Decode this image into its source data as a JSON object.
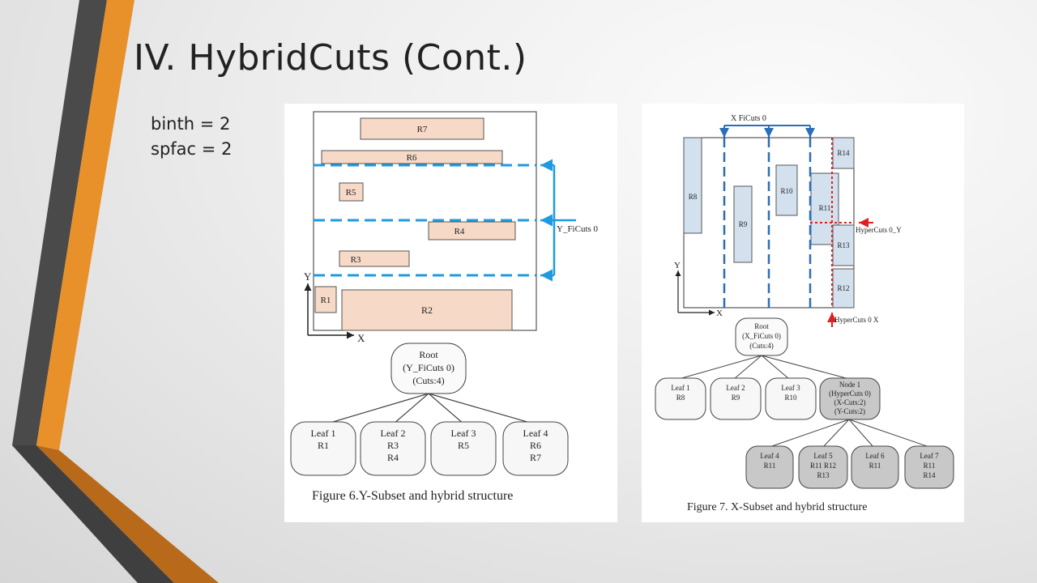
{
  "slide": {
    "title": "IV. HybridCuts (Cont.)",
    "params": [
      "binth = 2",
      "spfac = 2"
    ],
    "accent_colors": {
      "orange": "#E8912A",
      "dark_gray": "#4A4A4A",
      "brown": "#B86A1A"
    }
  },
  "figure6": {
    "caption": "Figure 6.Y-Subset and hybrid structure",
    "axis_x": "X",
    "axis_y": "Y",
    "cut_label": "Y_FiCuts 0",
    "rules": [
      "R7",
      "R6",
      "R5",
      "R4",
      "R3",
      "R1",
      "R2"
    ],
    "root": [
      "Root",
      "(Y_FiCuts 0)",
      "(Cuts:4)"
    ],
    "leaves": [
      [
        "Leaf 1",
        "R1"
      ],
      [
        "Leaf 2",
        "R3",
        "R4"
      ],
      [
        "Leaf 3",
        "R5"
      ],
      [
        "Leaf 4",
        "R6",
        "R7"
      ]
    ],
    "colors": {
      "rule_fill": "#F7D9C7",
      "cut_line": "#1E9BE0"
    }
  },
  "figure7": {
    "caption": "Figure 7. X-Subset and hybrid structure",
    "axis_x": "X",
    "axis_y": "Y",
    "top_label": "X FiCuts 0",
    "hyper_y_label": "HyperCuts 0_Y",
    "hyper_x_label": "HyperCuts 0  X",
    "rules": [
      "R8",
      "R9",
      "R10",
      "R11",
      "R14",
      "R13",
      "R12"
    ],
    "root": [
      "Root",
      "(X_FiCuts 0)",
      "(Cuts:4)"
    ],
    "leaves": [
      [
        "Leaf 1",
        "R8"
      ],
      [
        "Leaf 2",
        "R9"
      ],
      [
        "Leaf 3",
        "R10"
      ]
    ],
    "node": [
      "Node 1",
      "(HyperCuts 0)",
      "(X-Cuts:2)",
      "(Y-Cuts:2)"
    ],
    "subleaves": [
      [
        "Leaf 4",
        "R11"
      ],
      [
        "Leaf 5",
        "R11 R12",
        "R13"
      ],
      [
        "Leaf 6",
        "R11"
      ],
      [
        "Leaf 7",
        "R11",
        "R14"
      ]
    ],
    "colors": {
      "rule_fill": "#D3E1EF",
      "cut_line": "#2A6FB8",
      "hyper_line": "#E02020"
    }
  }
}
